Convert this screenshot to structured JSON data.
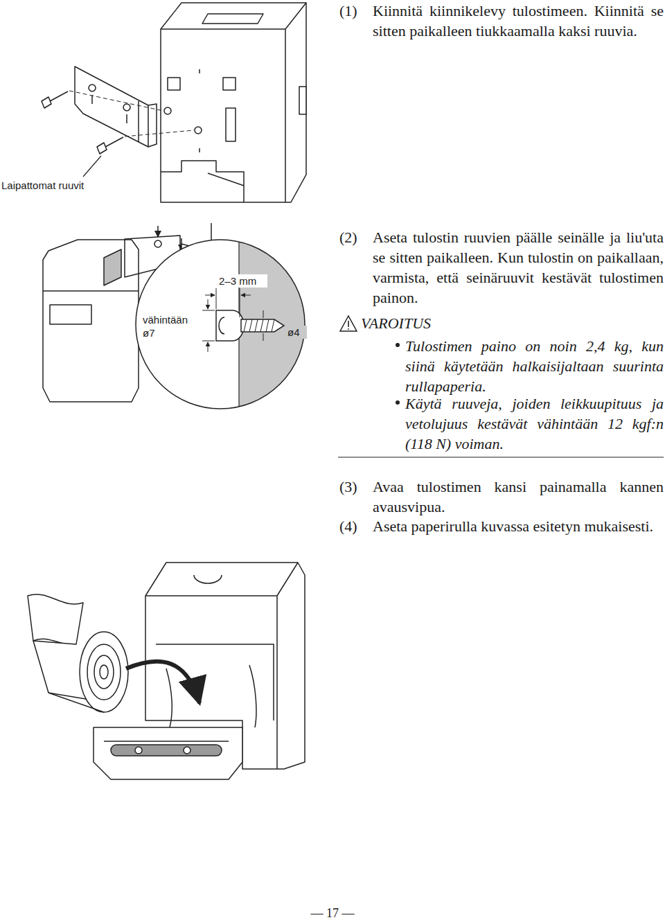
{
  "diagram": {
    "labels": [
      "(1)",
      "Kiinnitä kiinnikelevy tulostimeen. Kiinnitä se sitten paikalleen tiukkaamalla kaksi ruuvia.",
      "Laipattomat ruuvit",
      "vähintään ø7",
      "2–3 mm",
      "ø4",
      "(2)",
      "Aseta tulostin ruuvien päälle seinälle ja liu'uta se sitten paikalleen. Kun tulostin on paikallaan, varmista, että seinäruuvit kestävät tulostimen painon.",
      "VAROITUS",
      "Tulostimen paino on noin 2,4 kg, kun siinä käytetään halkaisijaltaan suurinta rullapaperia.",
      "Käytä ruuveja, joiden leikkuupituus ja vetolujuus kestävät vähintään 12 kgf:n (118 N) voiman.",
      "(3)",
      "Avaa tulostimen kansi painamalla kannen avausvipua.",
      "(4)",
      "Aseta paperirulla kuvassa esitetyn mukaisesti.",
      "— 17 —"
    ]
  }
}
